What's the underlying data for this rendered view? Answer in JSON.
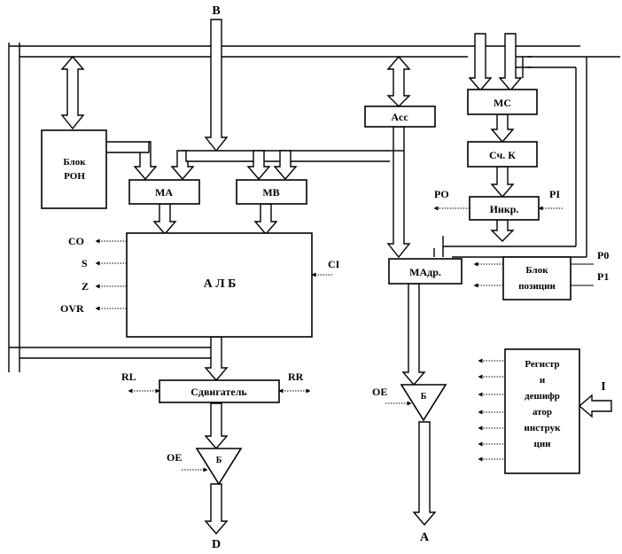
{
  "inputs": {
    "b": "B",
    "i": "I",
    "ci": "CI",
    "p0": "P0",
    "p1": "P1",
    "pi": "PI",
    "po": "PO",
    "rl": "RL",
    "rr": "RR"
  },
  "outputs": {
    "a": "A",
    "d": "D",
    "co": "CO",
    "s": "S",
    "z": "Z",
    "ovr": "OVR"
  },
  "blocks": {
    "ron_line1": "Блок",
    "ron_line2": "РОН",
    "ma": "MA",
    "mb": "MB",
    "alu": "А Л Б",
    "shifter": "Сдвигатель",
    "acc": "Acc",
    "mc": "MC",
    "counter": "Сч. К",
    "incr": "Инкр.",
    "madr": "MAдр.",
    "pos_line1": "Блок",
    "pos_line2": "позиции",
    "reg_lines": [
      "Регистр",
      "и",
      "дешифр",
      "атор",
      "инструк",
      "ции"
    ]
  },
  "buffers": {
    "oe_left": "OE",
    "oe_right": "OE",
    "buf_left": "Б",
    "buf_right": "Б"
  }
}
